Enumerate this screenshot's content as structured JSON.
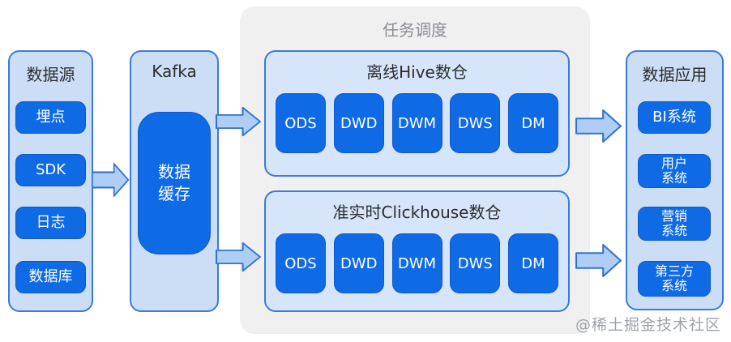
{
  "diagram": {
    "colors": {
      "canvas_bg": "#FFFFFF",
      "box_fill": "#0F6AE5",
      "box_border": "#1458C8",
      "box_text": "#FFFFFF",
      "panel_fill": "#CBDEF6",
      "panel_border": "#3B7BDB",
      "warehouse_fill": "#D7E5FA",
      "scheduler_fill": "#F0F0F1",
      "scheduler_title": "#8B8E93",
      "arrow_fill": "#AFCEF5",
      "arrow_border": "#3272D4",
      "title_text": "#2B2D30",
      "watermark_text": "#9FA3A8"
    },
    "datasource": {
      "title": "数据源",
      "items": [
        "埋点",
        "SDK",
        "日志",
        "数据库"
      ]
    },
    "kafka": {
      "title": "Kafka",
      "cache_label": "数据\n缓存"
    },
    "scheduler": {
      "title": "任务调度",
      "warehouses": [
        {
          "title": "离线Hive数仓",
          "layers": [
            "ODS",
            "DWD",
            "DWM",
            "DWS",
            "DM"
          ]
        },
        {
          "title": "准实时Clickhouse数仓",
          "layers": [
            "ODS",
            "DWD",
            "DWM",
            "DWS",
            "DM"
          ]
        }
      ]
    },
    "apps": {
      "title": "数据应用",
      "items": [
        "BI系统",
        "用户\n系统",
        "营销\n系统",
        "第三方\n系统"
      ]
    },
    "watermark": "@稀土掘金技术社区"
  }
}
